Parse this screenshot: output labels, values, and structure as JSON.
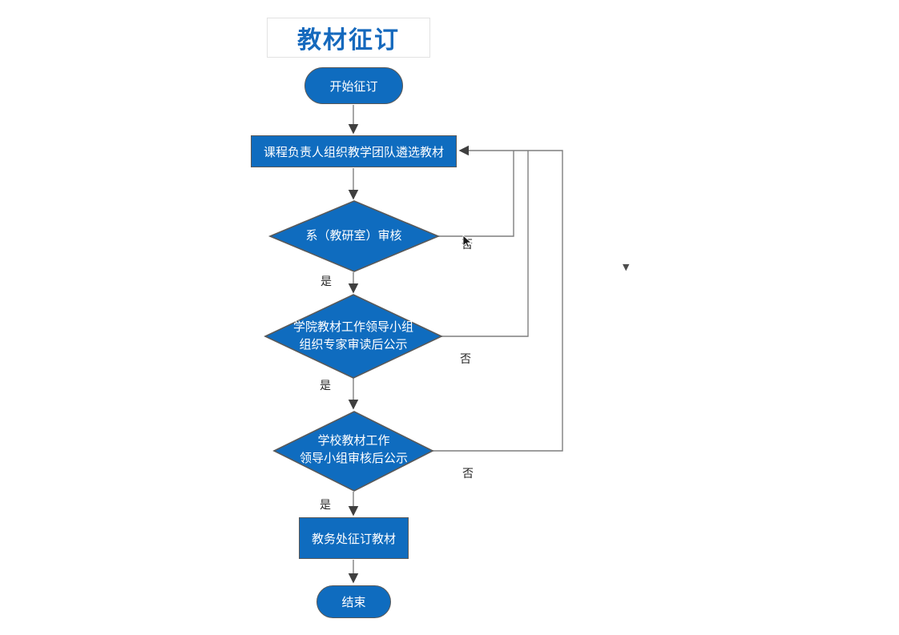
{
  "title": {
    "text": "教材征订"
  },
  "flowchart": {
    "nodes": [
      {
        "id": "start",
        "type": "terminator",
        "label": "开始征订"
      },
      {
        "id": "select-textbooks",
        "type": "process",
        "label": "课程负责人组织教学团队遴选教材"
      },
      {
        "id": "dept-review",
        "type": "decision",
        "label": "系（教研室）审核"
      },
      {
        "id": "college-review",
        "type": "decision",
        "line1": "学院教材工作领导小组",
        "line2": "组织专家审读后公示"
      },
      {
        "id": "school-review",
        "type": "decision",
        "line1": "学校教材工作",
        "line2": "领导小组审核后公示"
      },
      {
        "id": "order",
        "type": "process",
        "label": "教务处征订教材"
      },
      {
        "id": "end",
        "type": "terminator",
        "label": "结束"
      }
    ],
    "edge_labels": {
      "yes": "是",
      "no": "否"
    }
  },
  "icons": {
    "scroll_down_glyph": "▼"
  },
  "colors": {
    "shape_fill": "#0f6cbf",
    "shape_stroke": "#595959",
    "connector": "#7f7f7f",
    "arrowhead": "#3f3f3f",
    "title_color": "#1569bd",
    "label_color": "#262626",
    "node_text": "#ffffff",
    "title_box_border": "#e2e2e2"
  }
}
